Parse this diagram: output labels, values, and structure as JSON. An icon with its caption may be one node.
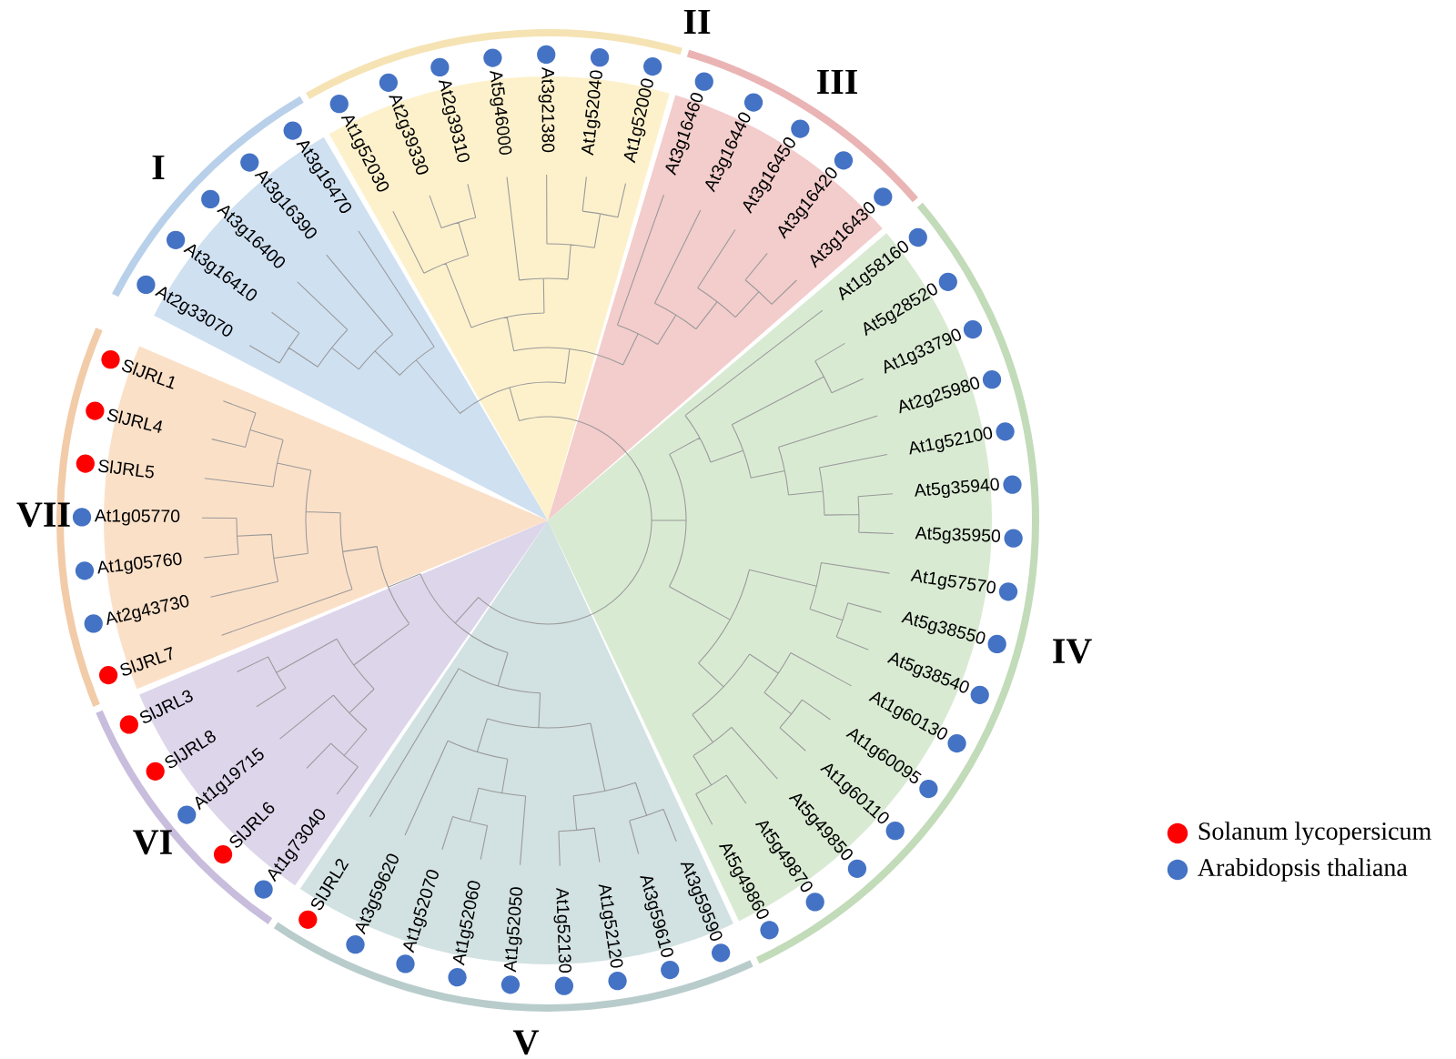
{
  "diagram": {
    "labels": [
      "At2g33070",
      "At3g16410",
      "At3g16400",
      "At3g16390",
      "At3g16470",
      "At1g52030",
      "At2g39330",
      "At2g39310",
      "At5g46000",
      "At3g21380",
      "At1g52040",
      "At1g52000",
      "At3g16460",
      "At3g16440",
      "At3g16450",
      "At3g16420",
      "At3g16430",
      "At1g58160",
      "At5g28520",
      "At1g33790",
      "At2g25980",
      "At1g52100",
      "At5g35940",
      "At5g35950",
      "At1g57570",
      "At5g38550",
      "At5g38540",
      "At1g60130",
      "At1g60095",
      "At1g60110",
      "At5g49850",
      "At5g49870",
      "At5g49860",
      "At3g59590",
      "At3g59610",
      "At1g52120",
      "At1g52130",
      "At1g52050",
      "At1g52060",
      "At1g52070",
      "At3g59620",
      "SlJRL2",
      "At1g73040",
      "SlJRL6",
      "At1g19715",
      "SlJRL8",
      "SlJRL3",
      "SlJRL7",
      "At2g43730",
      "At1g05760",
      "At1g05770",
      "SlJRL5",
      "SlJRL4",
      "SlJRL1",
      "I",
      "II",
      "III",
      "IV",
      "V",
      "VI",
      "VII"
    ],
    "legend": [
      {
        "text": "Solanum lycopersicum",
        "color": "#ff0000"
      },
      {
        "text": "Arabidopsis thaliana",
        "color": "#4472c4"
      }
    ]
  }
}
